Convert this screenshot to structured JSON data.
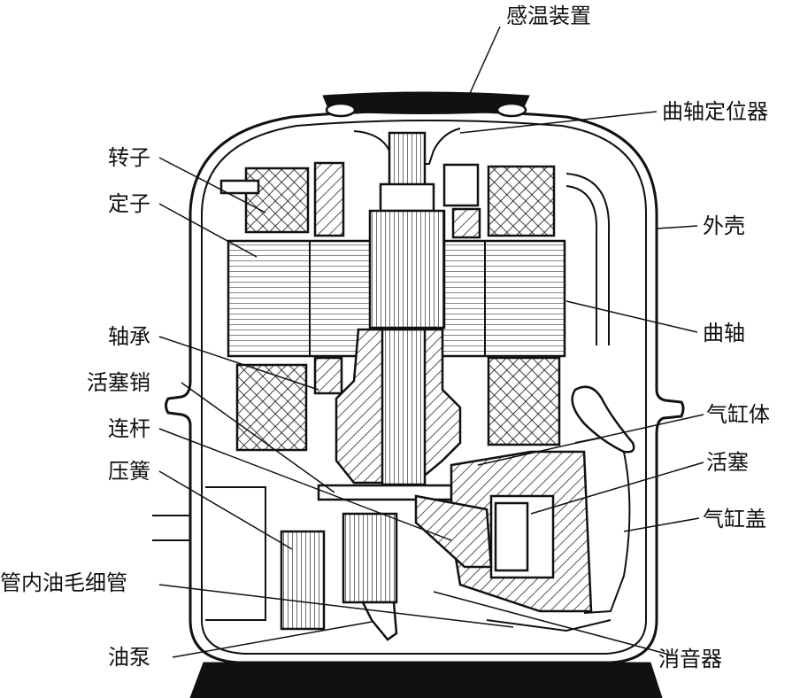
{
  "diagram": {
    "labels": {
      "thermostat": "感温装置",
      "crank_locator": "曲轴定位器",
      "rotor": "转子",
      "stator": "定子",
      "shell": "外壳",
      "crankshaft": "曲轴",
      "bearing": "轴承",
      "piston_pin": "活塞销",
      "cylinder_body": "气缸体",
      "connecting_rod": "连杆",
      "piston": "活塞",
      "pressure_spring": "压簧",
      "cylinder_cover": "气缸盖",
      "oil_capillary": "管内油毛细管",
      "oil_pump": "油泵",
      "muffler": "消音器"
    }
  }
}
